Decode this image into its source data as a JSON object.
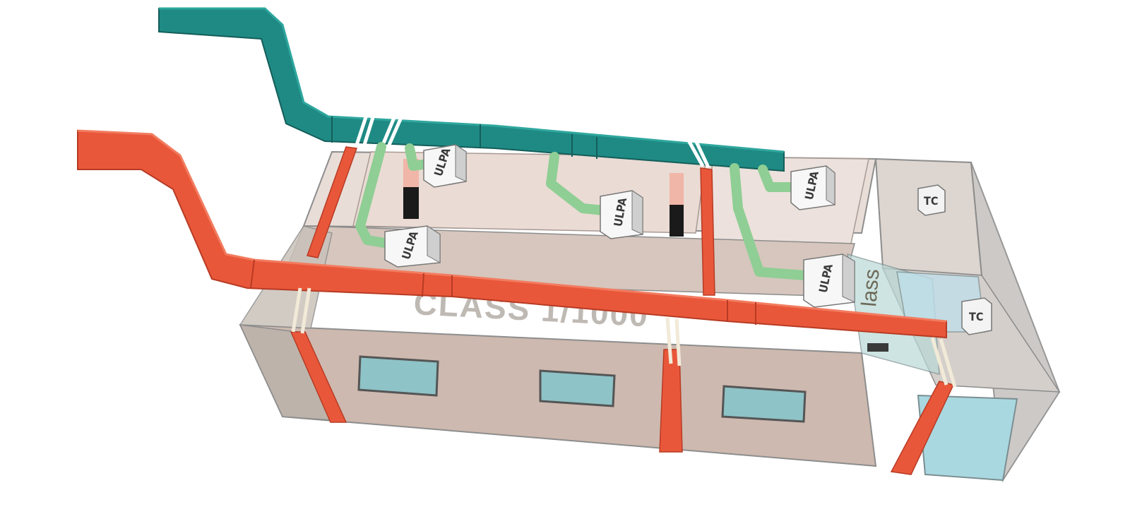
{
  "diagram": {
    "colors": {
      "exhaust_duct": "#1f8a84",
      "supply_duct": "#e9573a",
      "branch_pipe": "#8fce94",
      "wall": "#cdbcb4",
      "glass": "#a9d8e0",
      "frame": "#8a8a8a"
    },
    "filter_units": [
      {
        "label": "ULPA"
      },
      {
        "label": "ULPA"
      },
      {
        "label": "ULPA"
      },
      {
        "label": "ULPA"
      },
      {
        "label": "ULPA"
      }
    ],
    "wall_text": "CLASS 1/1000",
    "side_text": "lass",
    "small_units": [
      {
        "label": "TC"
      },
      {
        "label": "TC"
      }
    ]
  }
}
